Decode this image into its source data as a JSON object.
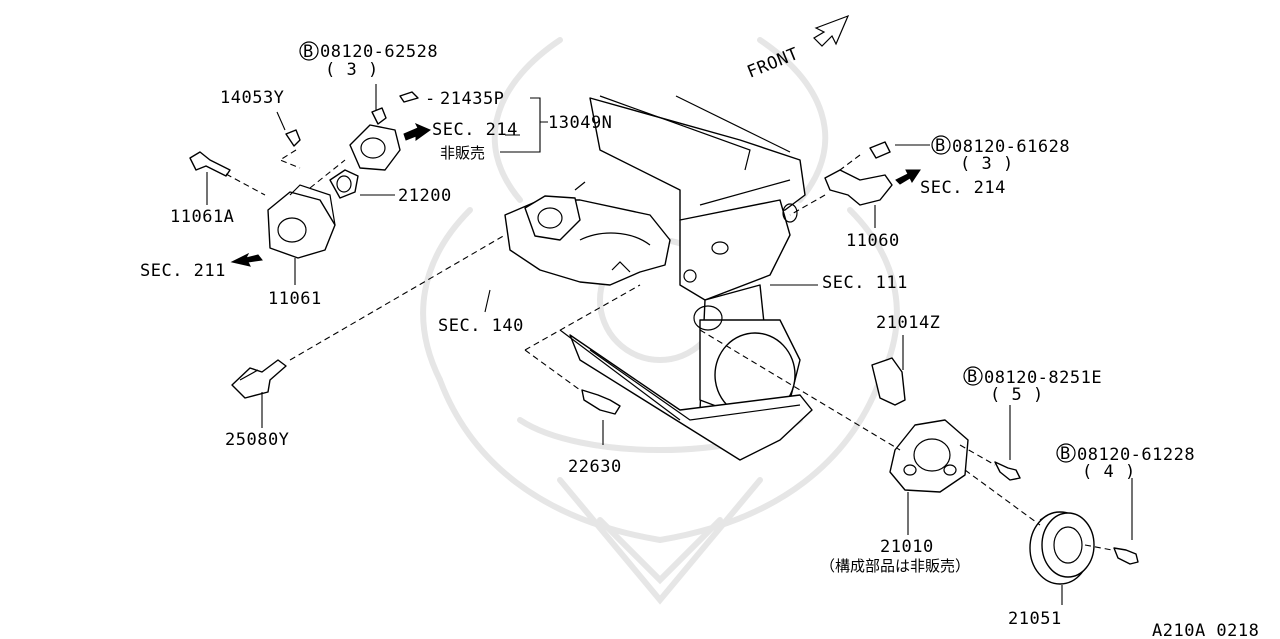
{
  "diagram": {
    "front_label": "FRONT",
    "drawing_code": "A210A 0218",
    "callouts": {
      "p08120_62528": "08120-62528",
      "p08120_62528_qty": "( 3 )",
      "p14053Y": "14053Y",
      "p21435P": "21435P",
      "p13049N": "13049N",
      "sec214_a": "SEC. 214",
      "not_for_sale": "非販売",
      "p21200": "21200",
      "p11061A": "11061A",
      "sec211": "SEC. 211",
      "p11061": "11061",
      "sec140": "SEC. 140",
      "p25080Y": "25080Y",
      "p22630": "22630",
      "sec111": "SEC. 111",
      "p08120_61628": "08120-61628",
      "p08120_61628_qty": "( 3 )",
      "sec214_b": "SEC. 214",
      "p11060": "11060",
      "p21014Z": "21014Z",
      "p08120_8251E": "08120-8251E",
      "p08120_8251E_qty": "( 5 )",
      "p08120_61228": "08120-61228",
      "p08120_61228_qty": "( 4 )",
      "p21010": "21010",
      "p21010_note": "（構成部品は非販売）",
      "p21051": "21051",
      "bolt_symbol": "B"
    }
  }
}
